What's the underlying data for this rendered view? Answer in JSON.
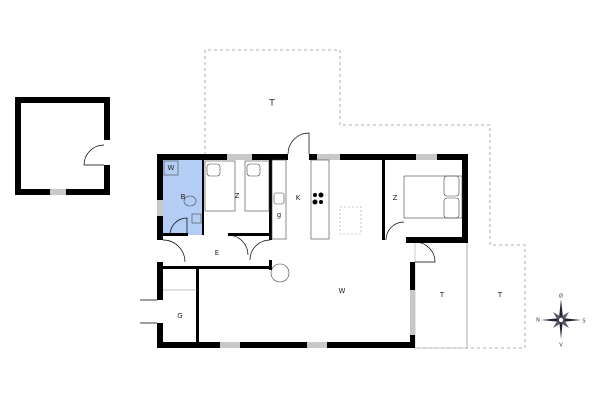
{
  "colors": {
    "wall": "#000000",
    "bathroom_fill": "#b3cdf5",
    "window": "#c8c8c8",
    "dashed_outline": "#999999"
  },
  "rooms": {
    "terrace_top": "T",
    "washer": "W",
    "bathroom": "B",
    "bedroom_1": "Z",
    "kitchen": "K",
    "kitchen_unit": "g",
    "bedroom_2": "Z",
    "entrance": "E",
    "living": "W",
    "storage": "G",
    "terrace_covered": "T",
    "terrace_right": "T"
  },
  "compass": {
    "north": "N",
    "south": "S",
    "east": "Ø",
    "west": "V"
  }
}
